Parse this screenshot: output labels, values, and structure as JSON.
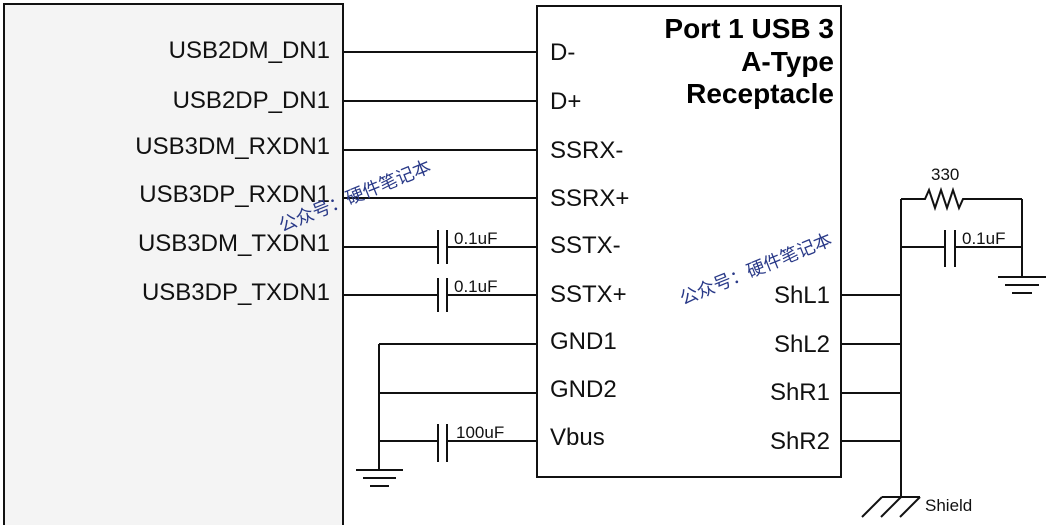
{
  "host_block": {
    "pins": [
      "USB2DM_DN1",
      "USB2DP_DN1",
      "USB3DM_RXDN1",
      "USB3DP_RXDN1",
      "USB3DM_TXDN1",
      "USB3DP_TXDN1"
    ],
    "fill": "#f4f4f4"
  },
  "connector": {
    "title_lines": [
      "Port 1 USB 3",
      "A-Type",
      "Receptacle"
    ],
    "left_pins": [
      "D-",
      "D+",
      "SSRX-",
      "SSRX+",
      "SSTX-",
      "SSTX+",
      "GND1",
      "GND2",
      "Vbus"
    ],
    "right_pins": [
      "ShL1",
      "ShL2",
      "ShR1",
      "ShR2"
    ]
  },
  "components": {
    "tx_cap_1": "0.1uF",
    "tx_cap_2": "0.1uF",
    "vbus_cap": "100uF",
    "shield_resistor": "330",
    "shield_cap": "0.1uF",
    "shield_label": "Shield"
  },
  "watermarks": [
    "公众号：硬件笔记本",
    "公众号：硬件笔记本"
  ]
}
